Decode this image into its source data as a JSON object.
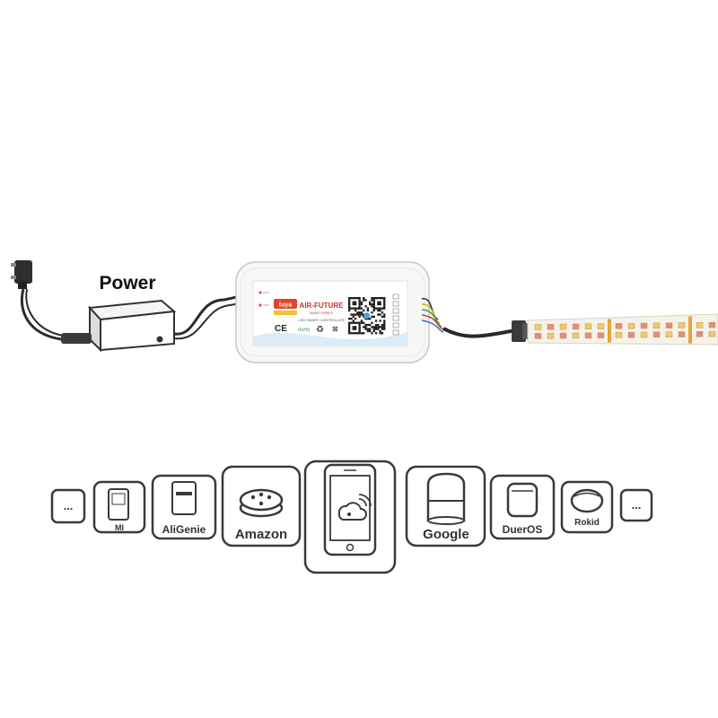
{
  "power": {
    "label": "Power"
  },
  "controller": {
    "brand": "AIR-FUTURE",
    "series": "SMART SERIES",
    "subtitle": "LED SMART CONTROLLER",
    "app_badge": "tuya",
    "ce_mark": "CE",
    "rohs_mark": "RoHS"
  },
  "ecosystem": {
    "items": [
      {
        "id": "more-left",
        "label": "..."
      },
      {
        "id": "mi",
        "label": "MI"
      },
      {
        "id": "aligenie",
        "label": "AliGenie"
      },
      {
        "id": "amazon",
        "label": "Amazon"
      },
      {
        "id": "phone",
        "label": ""
      },
      {
        "id": "google",
        "label": "Google"
      },
      {
        "id": "dueros",
        "label": "DuerOS"
      },
      {
        "id": "rokid",
        "label": "Rokid"
      },
      {
        "id": "more-right",
        "label": "..."
      }
    ]
  },
  "colors": {
    "outline": "#3a3a3a",
    "strip_white": "#f4f1ea",
    "led_warm": "#f3c86a",
    "led_rgb": "#e98a7a",
    "badge_red": "#e2432a",
    "accent_blue": "#4aa3e0"
  }
}
